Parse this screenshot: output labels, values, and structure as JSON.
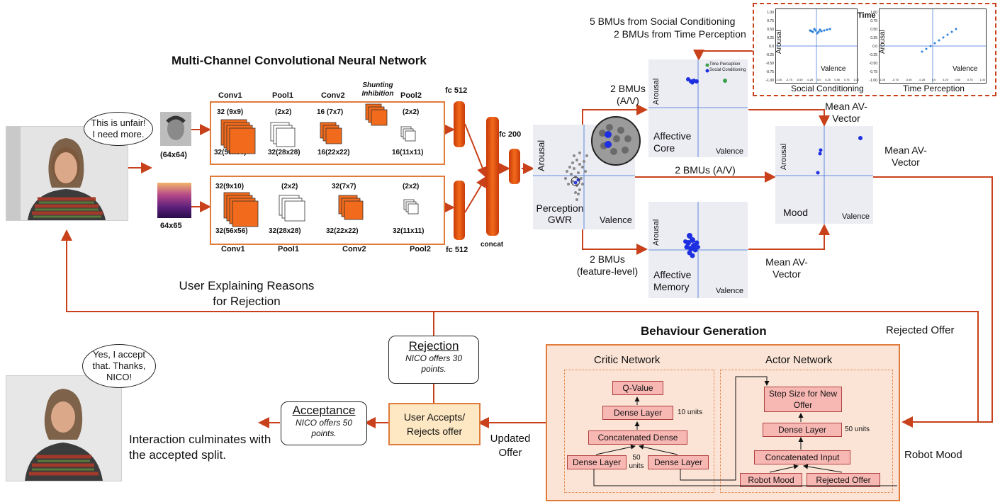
{
  "cnn": {
    "title": "Multi-Channel Convolutional Neural Network",
    "face_size": "(64x64)",
    "spec_size": "64x65",
    "top": {
      "conv1_name": "Conv1",
      "pool1_name": "Pool1",
      "conv2_name": "Conv2",
      "pool2_name": "Pool2",
      "shunting": "Shunting Inhibition",
      "conv1_kernel": "32 (9x9)",
      "pool1_kernel": "(2x2)",
      "conv2_kernel": "16 (7x7)",
      "pool2_kernel": "(2x2)",
      "conv1_out": "32(56x56)",
      "pool1_out": "32(28x28)",
      "conv2_out": "16(22x22)",
      "pool2_out": "16(11x11)"
    },
    "bottom": {
      "conv1_kernel": "32(9x10)",
      "pool1_kernel": "(2x2)",
      "conv2_kernel": "32(7x7)",
      "pool2_kernel": "(2x2)",
      "conv1_out": "32(56x56)",
      "pool1_out": "32(28x28)",
      "conv2_out": "32(22x22)",
      "pool2_out": "32(11x11)",
      "conv1_name": "Conv1",
      "pool1_name": "Pool1",
      "conv2_name": "Conv2",
      "pool2_name": "Pool2"
    },
    "fc_top": "fc 512",
    "fc_bottom": "fc 512",
    "fc_200": "fc 200",
    "concat": "concat"
  },
  "speech": {
    "top": "This is unfair! I need more.",
    "bottom": "Yes, I accept that. Thanks, NICO!"
  },
  "gwr": {
    "perception": "Perception GWR",
    "arousal": "Arousal",
    "valence": "Valence",
    "core": "Affective Core",
    "memory": "Affective Memory",
    "mood": "Mood"
  },
  "labels": {
    "bmus_av_top": "2 BMUs (A/V)",
    "bmus_av_mid": "2 BMUs (A/V)",
    "bmus_feature": "2 BMUs (feature-level)",
    "mean_av_1": "Mean AV-Vector",
    "mean_av_2": "Mean AV-Vector",
    "mean_av_3": "Mean AV-Vector",
    "bmus_social": "5 BMUs from Social Conditioning",
    "bmus_time": "2 BMUs from Time Perception",
    "time": "Time",
    "social_conditioning": "Social Conditioning",
    "time_perception": "Time Perception",
    "legend_time": "Time Perception",
    "legend_social": "Social Conditioning",
    "user_explaining": "User Explaining Reasons for Rejection",
    "rejected_offer": "Rejected Offer",
    "robot_mood": "Robot Mood",
    "updated_offer": "Updated Offer",
    "interaction": "Interaction culminates with the accepted split."
  },
  "mini_axes": {
    "y_ticks": [
      "1.00",
      "0.75",
      "0.50",
      "0.25",
      "0.0",
      "-0.25",
      "-0.50",
      "-0.75",
      "-1.00"
    ],
    "x_ticks": [
      "-1.00",
      "-0.75",
      "-0.50",
      "-0.25",
      "0.0",
      "0.25",
      "0.50",
      "0.75",
      "1.00"
    ]
  },
  "decision": {
    "rejection_title": "Rejection",
    "rejection_text": "NICO offers 30 points.",
    "acceptance_title": "Acceptance",
    "acceptance_text": "NICO offers 50 points.",
    "user_box": "User Accepts/ Rejects offer"
  },
  "behaviour": {
    "title": "Behaviour Generation",
    "critic": "Critic Network",
    "actor": "Actor Network",
    "q_value": "Q-Value",
    "critic_dense_top": "Dense Layer",
    "critic_dense_top_units": "10 units",
    "concat_dense": "Concatenated Dense",
    "dense_left": "Dense Layer",
    "dense_right": "Dense Layer",
    "dense_units": "50 units",
    "step_size": "Step Size for New Offer",
    "actor_dense": "Dense Layer",
    "actor_dense_units": "50 units",
    "concat_input": "Concatenated Input",
    "robot_mood": "Robot Mood",
    "rejected_offer": "Rejected Offer"
  },
  "colors": {
    "arrow": "#c8411b",
    "orange": "#f26a1b",
    "box_border": "#e07b3a",
    "panel": "#ececf3",
    "nn_fill": "#f7b7b3"
  }
}
